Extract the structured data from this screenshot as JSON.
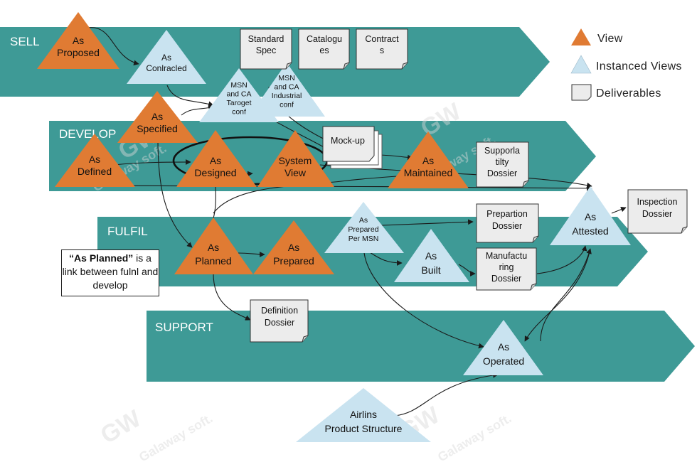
{
  "lanes": {
    "sell": "SELL",
    "develop": "DEVELOP",
    "fulfil": "FULFIL",
    "support": "SUPPORT"
  },
  "legend": {
    "view": "View",
    "instanced_views": "Instanced Views",
    "deliverables": "Deliverables"
  },
  "nodes": {
    "as_proposed": [
      "As",
      "Proposed"
    ],
    "as_contracted": [
      "As",
      "Conlracled"
    ],
    "msn_ca_target": [
      "MSN",
      "and CA",
      "Taroget",
      "conf"
    ],
    "msn_ca_industrial": [
      "MSN",
      "and CA",
      "Industrial",
      "conf"
    ],
    "as_specified": [
      "As",
      "Specified"
    ],
    "as_defined": [
      "As",
      "Defined"
    ],
    "as_designed": [
      "As",
      "Designed"
    ],
    "system_view": [
      "System",
      "View"
    ],
    "as_maintained": [
      "As",
      "Maintained"
    ],
    "as_planned": [
      "As",
      "Planned"
    ],
    "as_prepared": [
      "As",
      "Prepared"
    ],
    "as_prepared_per_msn": [
      "As",
      "Prepared",
      "Per MSN"
    ],
    "as_built": [
      "As",
      "Built"
    ],
    "as_attested": [
      "As",
      "Attested"
    ],
    "as_operated": [
      "As",
      "Operated"
    ],
    "airlins_product_structure": [
      "Airlins",
      "Product Structure"
    ]
  },
  "deliverables": {
    "standard_spec": [
      "Standard",
      "Spec"
    ],
    "catalogues": [
      "Catalogu",
      "es"
    ],
    "contracts": [
      "Contract",
      "s"
    ],
    "mock_up": [
      "Mock-up"
    ],
    "supportability_dossier": [
      "Supporla",
      "tilty",
      "Dossier"
    ],
    "preparation_dossier": [
      "Prepartion",
      "Dossier"
    ],
    "manufacturing_dossier": [
      "Manufactu",
      "ring",
      "Dossier"
    ],
    "inspection_dossier": [
      "Inspection",
      "Dossier"
    ],
    "definition_dossier": [
      "Definition",
      "Dossier"
    ]
  },
  "note": {
    "bold": "“As Planned”",
    "rest": " is a link  between fulnl and develop"
  },
  "watermark": {
    "logo": "GW",
    "text": "Galaway soft."
  },
  "colors": {
    "lane": "#3e9a96",
    "view": "#e07b33",
    "instanced": "#c9e3f0",
    "deliverable": "#ececec",
    "lane_text": "#ffffff"
  }
}
